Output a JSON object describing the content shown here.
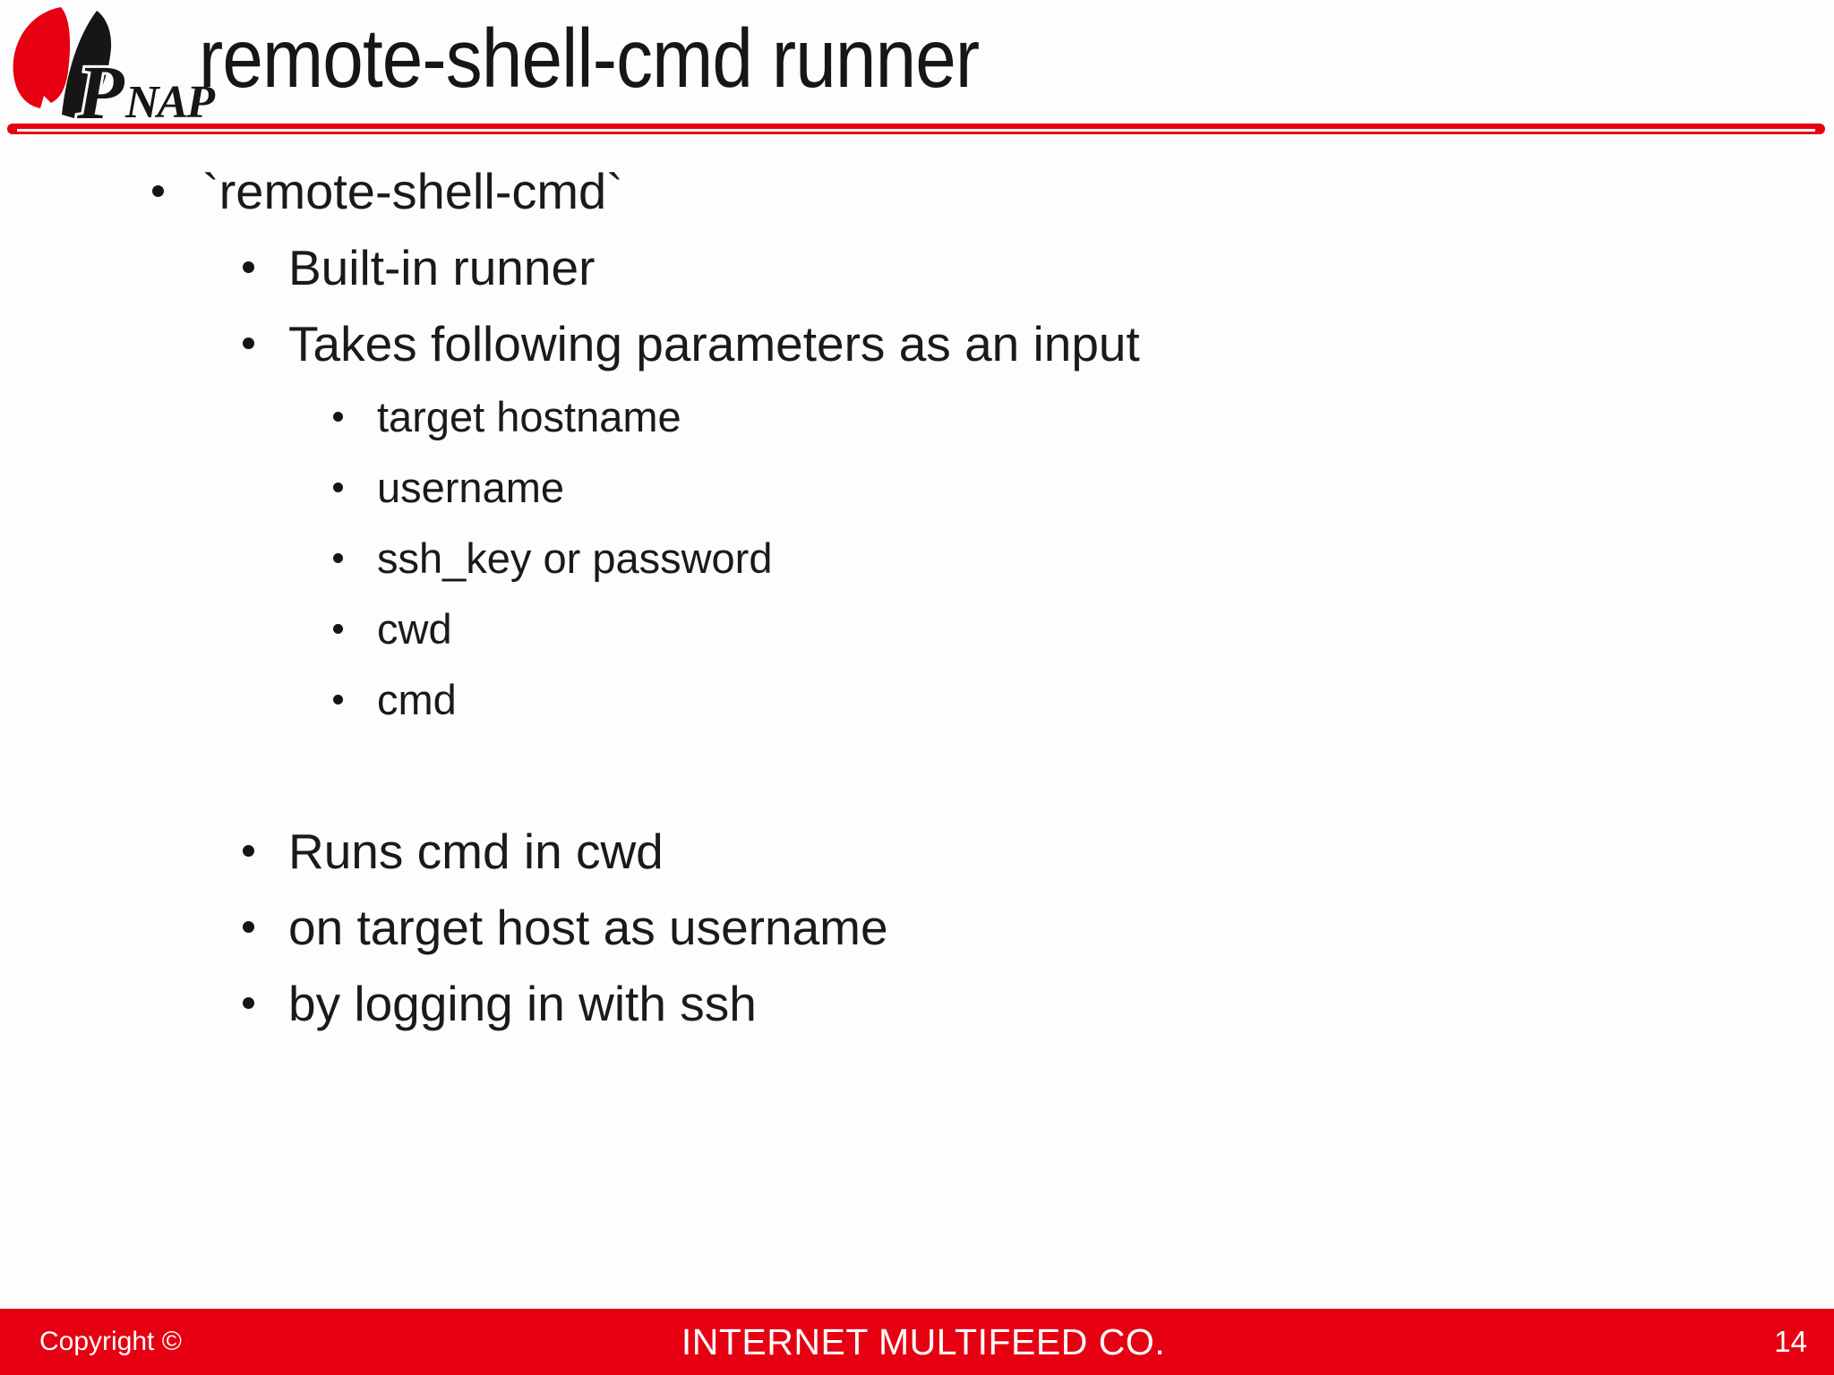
{
  "slide": {
    "title": "remote-shell-cmd runner",
    "logo": {
      "monogram": "P",
      "text": "NAP"
    },
    "bullets": [
      {
        "level": 1,
        "text": "`remote-shell-cmd`"
      },
      {
        "level": 2,
        "text": "Built-in runner"
      },
      {
        "level": 2,
        "text": "Takes following parameters as an input"
      },
      {
        "level": 3,
        "text": "target hostname"
      },
      {
        "level": 3,
        "text": "username"
      },
      {
        "level": 3,
        "text": "ssh_key or password"
      },
      {
        "level": 3,
        "text": "cwd"
      },
      {
        "level": 3,
        "text": "cmd"
      },
      {
        "level": 2,
        "text": "Runs cmd in cwd"
      },
      {
        "level": 2,
        "text": "on target host as username"
      },
      {
        "level": 2,
        "text": "by logging in with ssh"
      }
    ],
    "footer": {
      "copyright": "Copyright ©",
      "company": "INTERNET MULTIFEED CO.",
      "page_number": "14"
    },
    "colors": {
      "accent_red": "#e60012",
      "body_text": "#1a1a1a",
      "footer_text": "#ffffff",
      "background": "#fdfdfd"
    }
  }
}
